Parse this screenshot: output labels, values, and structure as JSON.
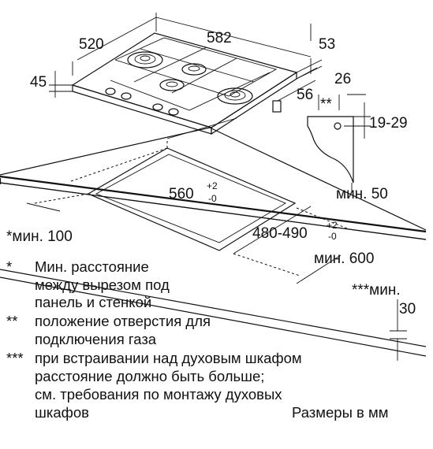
{
  "dimensions": {
    "depth": "520",
    "width": "582",
    "height_rear": "53",
    "height_left": "45",
    "gas_offset": "56",
    "connector_width": "26",
    "connector_marker": "**",
    "connector_height": "19-29",
    "cutout_width": "560",
    "cutout_width_tol_upper": "+2",
    "cutout_width_tol_lower": "-0",
    "cutout_depth": "480-490",
    "cutout_depth_tol_upper": "+2",
    "cutout_depth_tol_lower": "-0",
    "min_rear": "мин. 50",
    "min_side": "*мин. 100",
    "min_front": "мин. 600",
    "min_below_label": "***мин.",
    "min_below_value": "30"
  },
  "notes": [
    {
      "marker": "*",
      "lines": [
        "Мин. расстояние",
        "между вырезом под",
        "панель и стенкой"
      ]
    },
    {
      "marker": "**",
      "lines": [
        "положение отверстия для",
        "подключения газа"
      ]
    },
    {
      "marker": "***",
      "lines": [
        "при встраивании над духовым шкафом",
        "расстояние должно быть больше;",
        "см. требования по монтажу духовых",
        "шкафов"
      ]
    }
  ],
  "units_note": "Размеры в мм"
}
